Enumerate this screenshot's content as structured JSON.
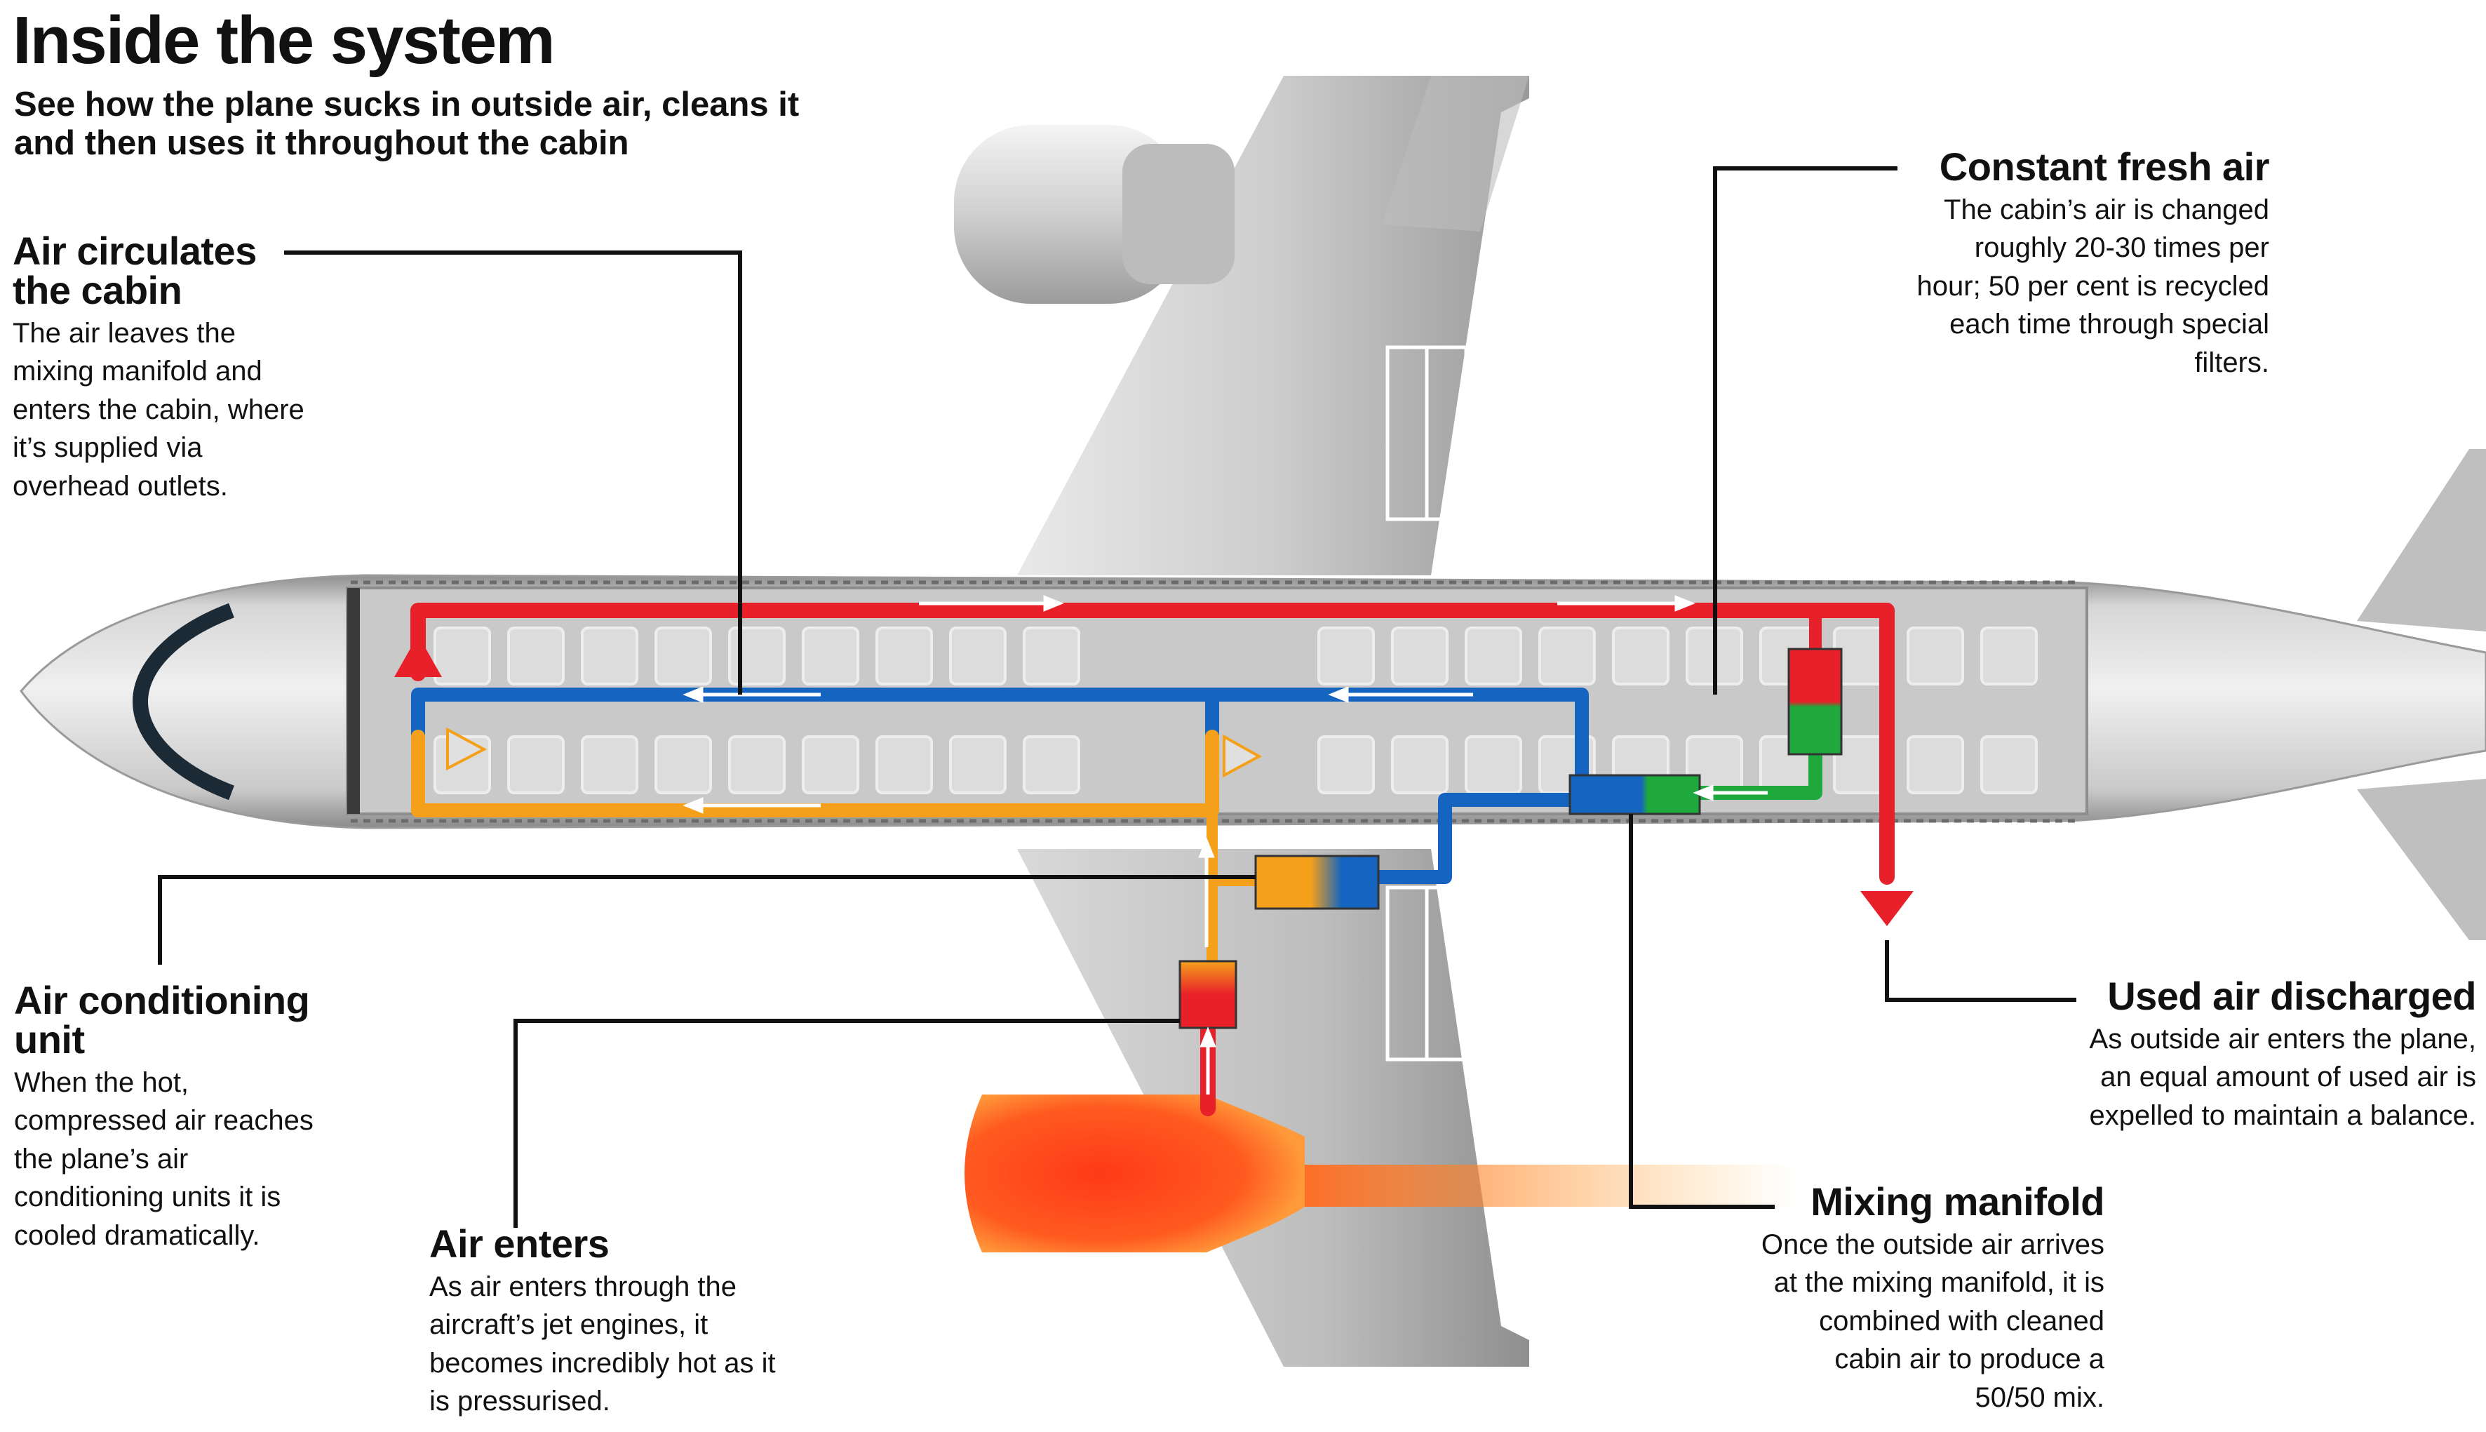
{
  "header": {
    "title": "Inside the system",
    "subtitle": "See how the plane sucks in outside air, cleans it and then uses it throughout the cabin"
  },
  "callouts": {
    "air_circulates": {
      "heading": "Air circulates the cabin",
      "body": "The air leaves the mixing manifold and enters the cabin, where it’s supplied via overhead outlets."
    },
    "constant_fresh_air": {
      "heading": "Constant fresh air",
      "body": "The cabin’s air is changed roughly 20-30 times per hour; 50 per cent is recycled each time through special filters."
    },
    "air_conditioning_unit": {
      "heading": "Air conditioning unit",
      "body": "When the hot, compressed air reaches the plane’s air conditioning units it is cooled dramatically."
    },
    "air_enters": {
      "heading": "Air enters",
      "body": "As air enters through the aircraft’s jet engines, it becomes incredibly hot as it is pressurised."
    },
    "mixing_manifold": {
      "heading": "Mixing manifold",
      "body": "Once the outside air arrives at the mixing manifold, it is combined with cleaned cabin air to produce a 50/50 mix."
    },
    "used_air_discharged": {
      "heading": "Used air discharged",
      "body": "As outside air enters the plane, an equal amount of used air is expelled to maintain a balance."
    }
  },
  "colors": {
    "hot_air": "#e8202a",
    "cold_air": "#1565c0",
    "warm_air": "#f5a01a",
    "filtered_air": "#1fa83c",
    "leader_line": "#111111",
    "fuselage": "#cfcfcf",
    "engine_heat": "#ff4e1f"
  }
}
